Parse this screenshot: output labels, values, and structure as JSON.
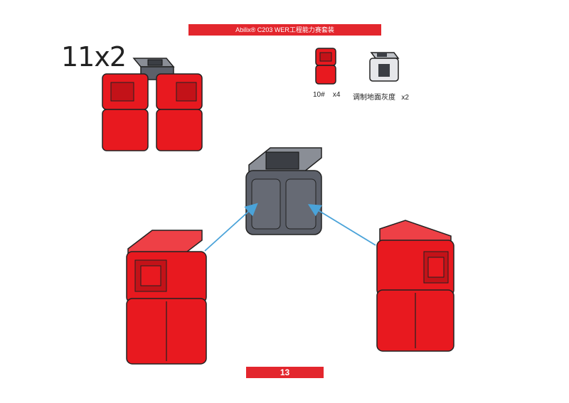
{
  "header": {
    "title": "Abilix® C203 WER工程能力赛套装"
  },
  "step": {
    "quantity_label": "11x2"
  },
  "parts": [
    {
      "name": "10#",
      "qty": "x4",
      "color": "#e8191f"
    },
    {
      "name": "调制地面灰度",
      "qty": "x2",
      "color": "#5a5f69"
    }
  ],
  "footer": {
    "page_number": "13"
  },
  "colors": {
    "accent": "#e3262d",
    "cube_red": "#e8191f",
    "cube_gray": "#5c606a",
    "arrow": "#4aa3d9"
  },
  "icons": [
    "red-cube-icon",
    "gray-sensor-cube-icon",
    "assembly-arrow-icon"
  ]
}
